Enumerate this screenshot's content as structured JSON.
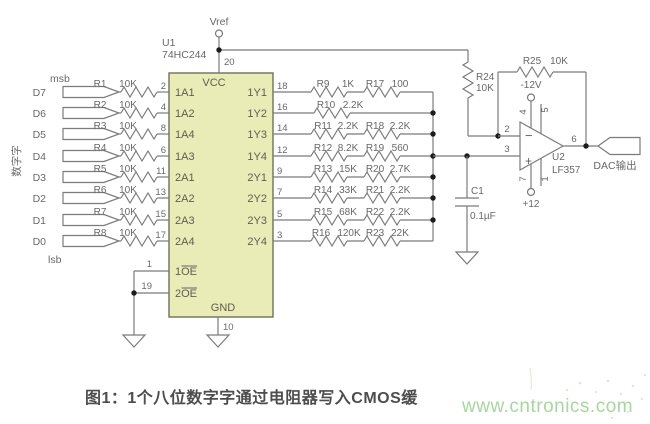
{
  "u1": {
    "ref": "U1",
    "part": "74HC244",
    "vcc": "VCC",
    "gnd": "GND",
    "vcc_pin": "20",
    "gnd_pin": "10",
    "oe1_pin": "1",
    "oe2_pin": "19",
    "oe1_prefix": "1",
    "oe1_name": "OE",
    "oe2_prefix": "2",
    "oe2_name": "OE"
  },
  "rows": [
    {
      "d": "D7",
      "res": "R1",
      "resv": "10K",
      "pin_a": "2",
      "label_a": "1A1",
      "pin_y": "18",
      "label_y": "1Y1",
      "r1": "R9",
      "r1v": "1K",
      "r2": "R17",
      "r2v": "100"
    },
    {
      "d": "D6",
      "res": "R2",
      "resv": "10K",
      "pin_a": "4",
      "label_a": "1A2",
      "pin_y": "16",
      "label_y": "1Y2",
      "r1": "R10",
      "r1v": "2.2K"
    },
    {
      "d": "D5",
      "res": "R3",
      "resv": "10K",
      "pin_a": "8",
      "label_a": "1A4",
      "pin_y": "14",
      "label_y": "1Y3",
      "r1": "R11",
      "r1v": "2.2K",
      "r2": "R18",
      "r2v": "2.2K"
    },
    {
      "d": "D4",
      "res": "R4",
      "resv": "10K",
      "pin_a": "6",
      "label_a": "1A3",
      "pin_y": "12",
      "label_y": "1Y4",
      "r1": "R12",
      "r1v": "8.2K",
      "r2": "R19",
      "r2v": "560"
    },
    {
      "d": "D3",
      "res": "R5",
      "resv": "10K",
      "pin_a": "11",
      "label_a": "2A1",
      "pin_y": "9",
      "label_y": "2Y1",
      "r1": "R13",
      "r1v": "15K",
      "r2": "R20",
      "r2v": "2.7K"
    },
    {
      "d": "D2",
      "res": "R6",
      "resv": "10K",
      "pin_a": "13",
      "label_a": "2A2",
      "pin_y": "7",
      "label_y": "2Y2",
      "r1": "R14",
      "r1v": "33K",
      "r2": "R21",
      "r2v": "2.2K"
    },
    {
      "d": "D1",
      "res": "R7",
      "resv": "10K",
      "pin_a": "15",
      "label_a": "2A3",
      "pin_y": "5",
      "label_y": "2Y3",
      "r1": "R15",
      "r1v": "68K",
      "r2": "R22",
      "r2v": "2.2K"
    },
    {
      "d": "D0",
      "res": "R8",
      "resv": "10K",
      "pin_a": "17",
      "label_a": "2A4",
      "pin_y": "3",
      "label_y": "2Y4",
      "r1": "R16",
      "r1v": "120K",
      "r2": "R23",
      "r2v": "22K"
    }
  ],
  "u2": {
    "ref": "U2",
    "part": "LF357",
    "pin_inv": "2",
    "pin_nin": "3",
    "pin_out": "6",
    "pin4": "4",
    "pin5": "5",
    "pin7": "7",
    "pin1": "1",
    "minus": "−",
    "plus": "+",
    "vneg": "-12V",
    "vpos": "+12"
  },
  "r24": {
    "ref": "R24",
    "val": "10K"
  },
  "r25": {
    "ref": "R25",
    "val": "10K"
  },
  "c1": {
    "ref": "C1",
    "val": "0.1µF"
  },
  "ports": {
    "vref": "Vref",
    "dac_out": "DAC输出",
    "msb": "msb",
    "lsb": "lsb",
    "word": "数字字"
  },
  "caption": {
    "text": "图1：1个八位数字字通过电阻器写入CMOS缓"
  },
  "watermark": {
    "text": "www.cntronics.com"
  },
  "colors": {
    "chip_fill": "#e9ecb6",
    "wire": "#7b7b7b",
    "text": "#686868",
    "caption": "#4d4d4d",
    "watermark": "#9ed395"
  }
}
